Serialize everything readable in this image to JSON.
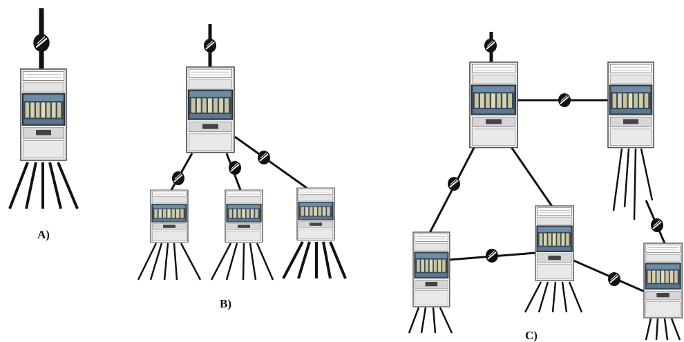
{
  "labels": {
    "a": "A)",
    "b": "B)",
    "c": "C)"
  },
  "colors": {
    "line": "#111111",
    "cabinet_body": "#eeeeee",
    "cabinet_edge": "#555555",
    "rack_dark": "#2a3a44",
    "rack_blue": "#5a7a96",
    "module": "#c8c2a0"
  },
  "icons": {
    "cabinet": "server-cabinet-icon",
    "connector": "line-connector-icon"
  }
}
